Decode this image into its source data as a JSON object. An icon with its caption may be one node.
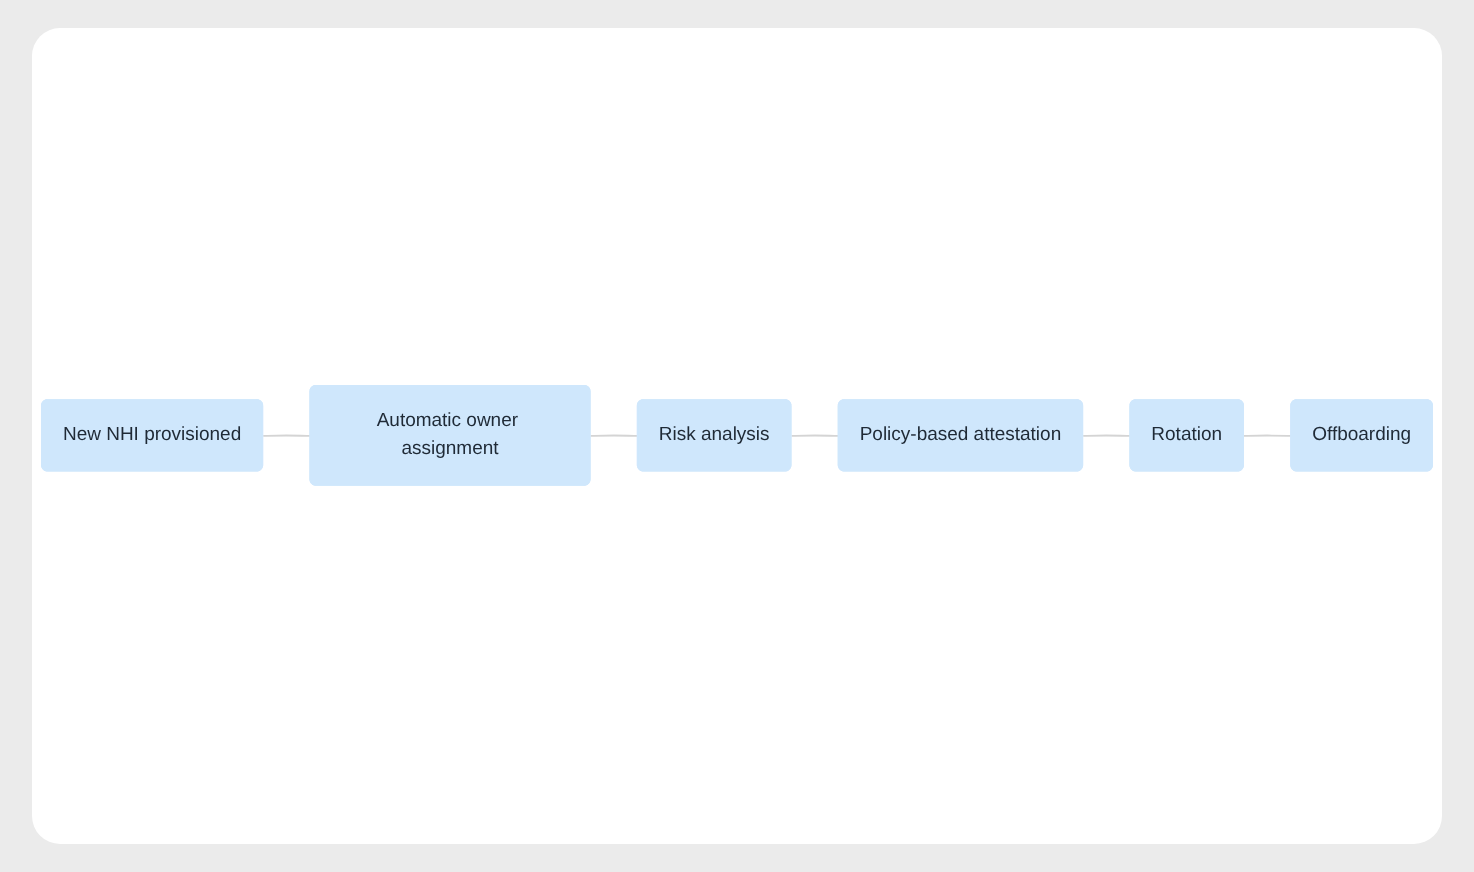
{
  "diagram": {
    "nodes": [
      {
        "text": [
          "New NHI provisioned"
        ]
      },
      {
        "text": [
          "Automatic owner assignment"
        ]
      },
      {
        "text": [
          "Risk analysis"
        ]
      },
      {
        "text": [
          "Policy-based attestation"
        ]
      },
      {
        "text": [
          "Rotation"
        ]
      },
      {
        "text": [
          "Offboarding"
        ]
      }
    ],
    "edges": [
      {
        "from": 0,
        "to": 1,
        "arrow": "none"
      },
      {
        "from": 1,
        "to": 2,
        "arrow": "none"
      },
      {
        "from": 2,
        "to": 3,
        "arrow": "none"
      },
      {
        "from": 3,
        "to": 4,
        "arrow": "none"
      },
      {
        "from": 4,
        "to": 5,
        "arrow": "none"
      }
    ]
  }
}
